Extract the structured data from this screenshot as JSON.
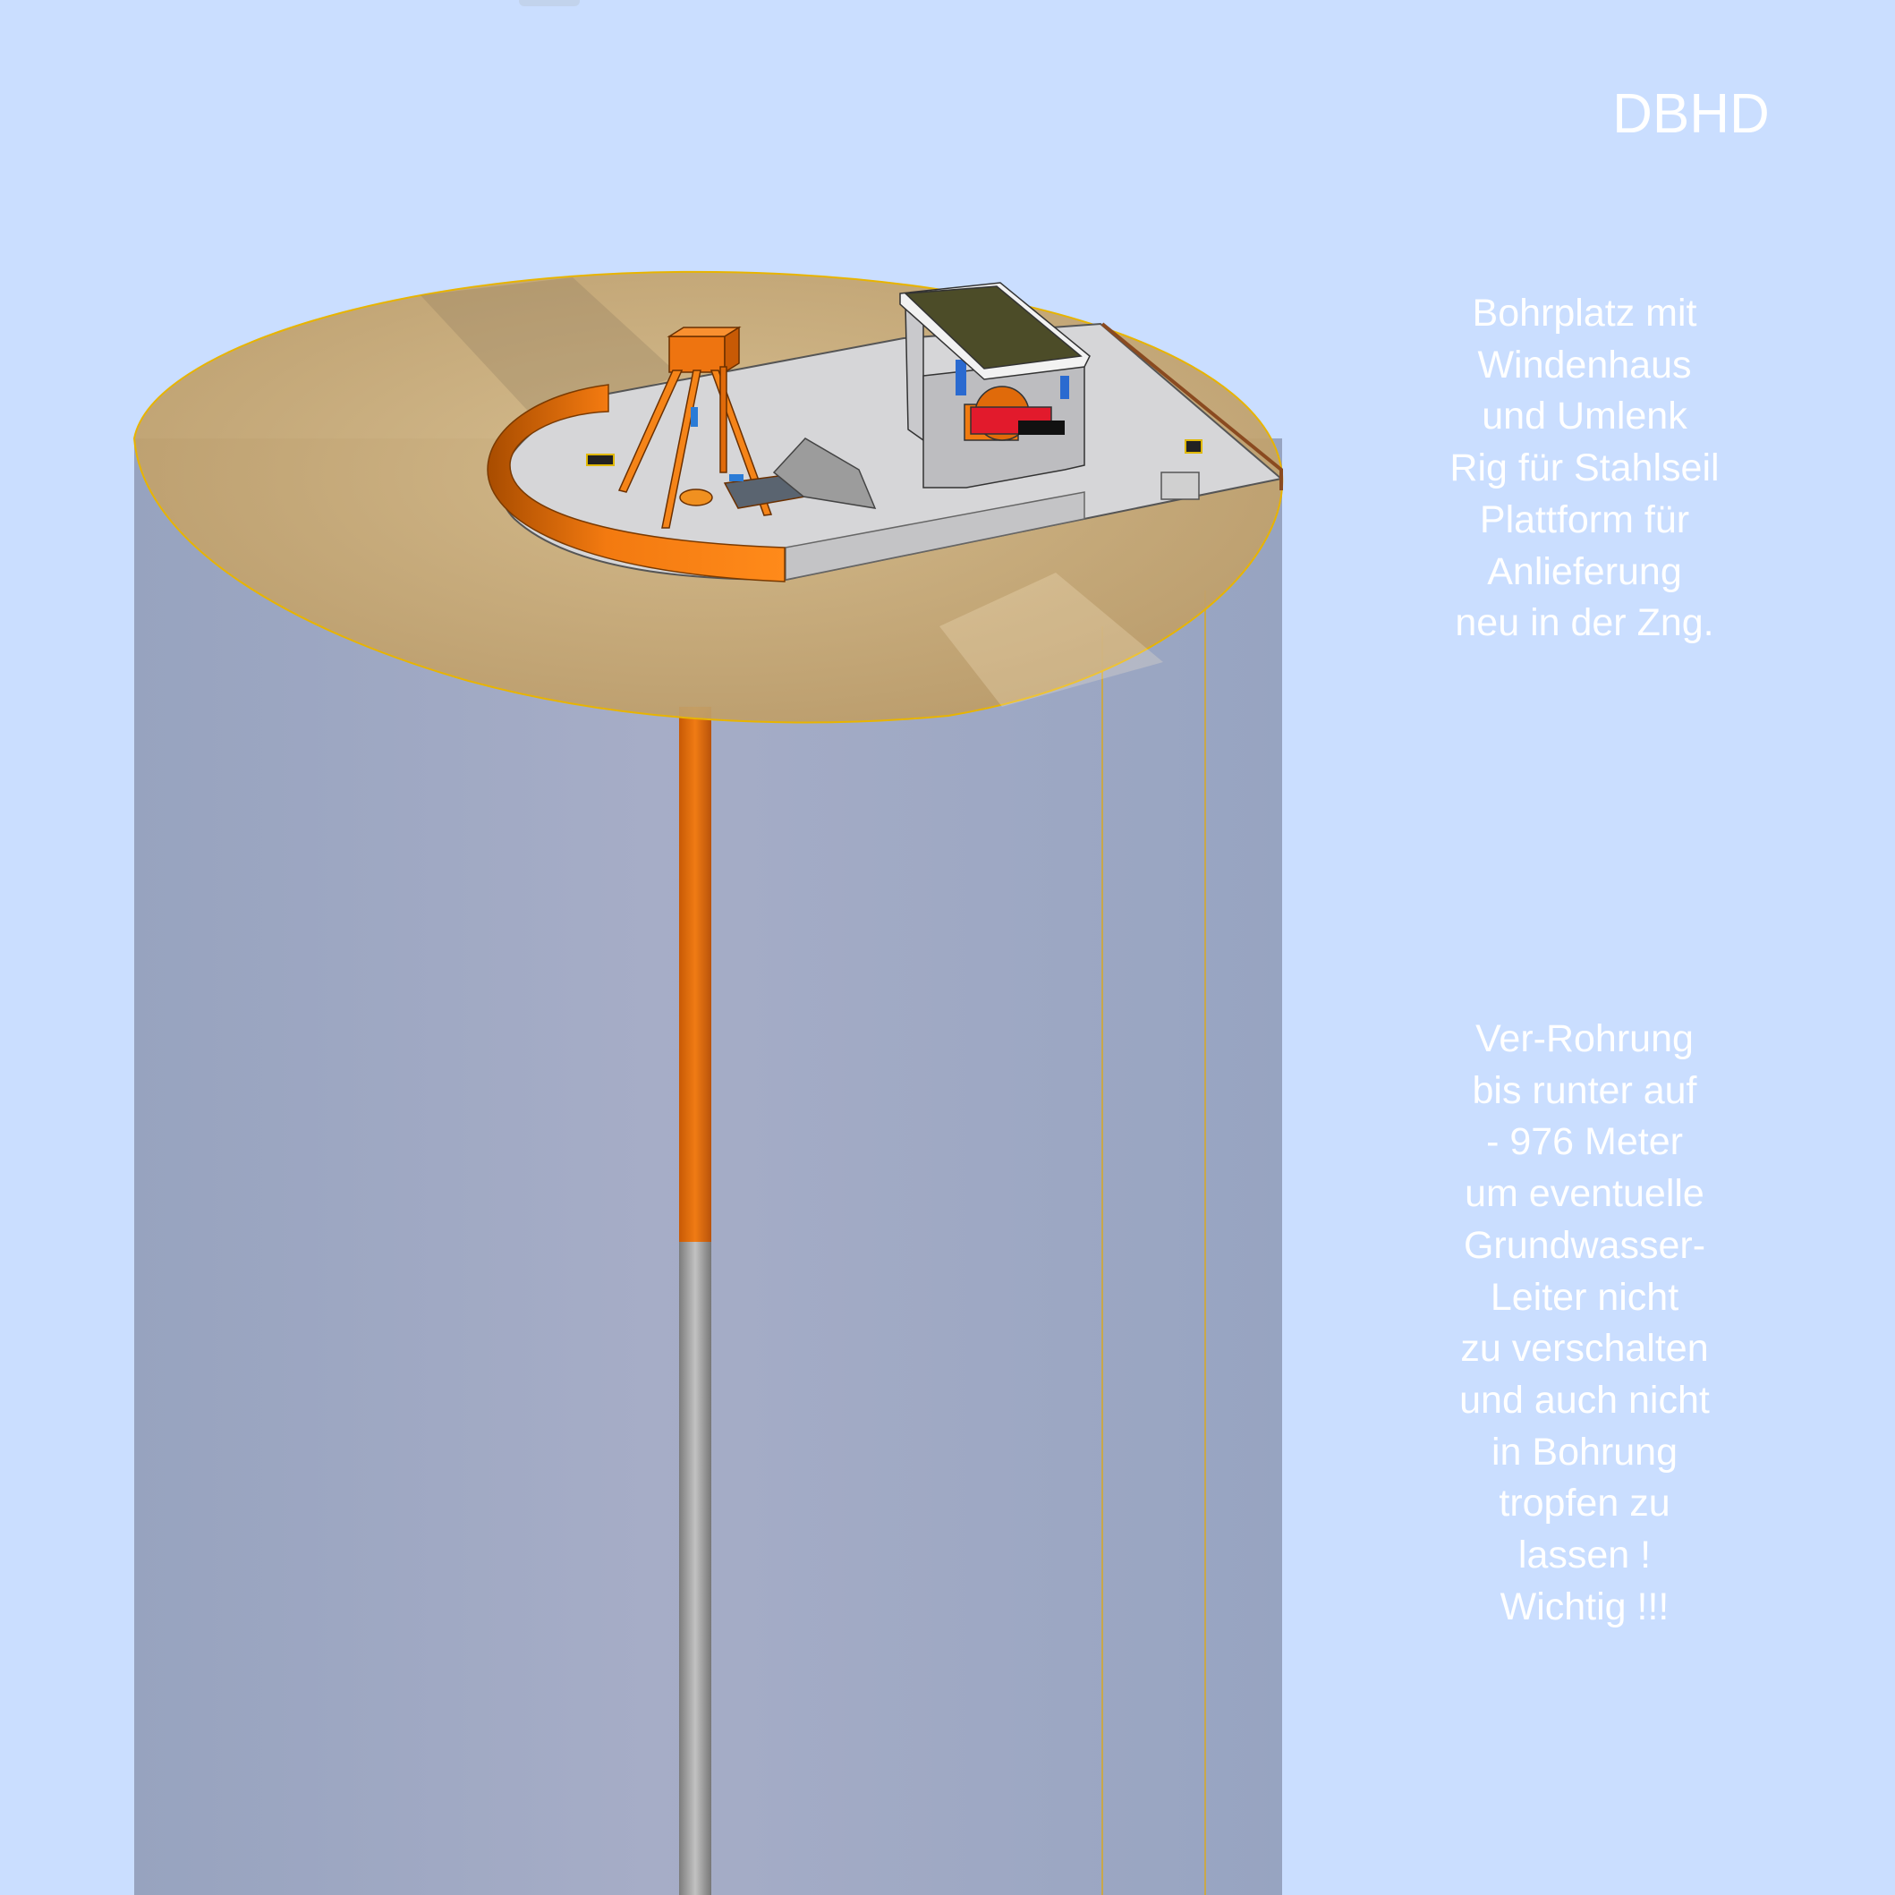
{
  "title": "DBHD",
  "note_top": {
    "lines": [
      "Bohrplatz mit",
      "Windenhaus",
      "und Umlenk",
      "Rig für Stahlseil",
      "Plattform für",
      "Anlieferung",
      "neu in der Zng."
    ]
  },
  "note_bottom": {
    "lines": [
      "Ver-Rohrung",
      "bis runter auf",
      "- 976 Meter",
      "um eventuelle",
      "Grundwasser-",
      "Leiter nicht",
      "zu verschalten",
      "und auch nicht",
      "in Bohrung",
      "tropfen zu",
      "lassen !",
      "Wichtig !!!"
    ]
  },
  "colors": {
    "background": "#cadeff",
    "ground_column": "#a2abc6",
    "sand": "#c9a874",
    "casing_orange": "#e8700c",
    "casing_gray": "#9a9a9a",
    "platform": "#d4d4d6",
    "roof": "#4c4c28"
  }
}
